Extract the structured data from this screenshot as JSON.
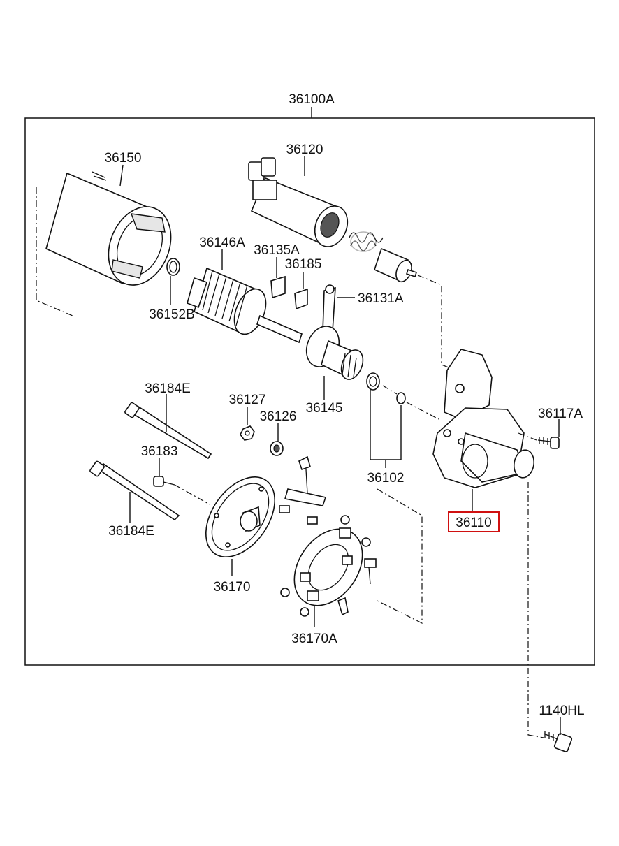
{
  "title": "36100A",
  "labels": {
    "l36150": "36150",
    "l36120": "36120",
    "l36146A": "36146A",
    "l36135A": "36135A",
    "l36185": "36185",
    "l36131A": "36131A",
    "l36152B": "36152B",
    "l36145": "36145",
    "l36184E_top": "36184E",
    "l36127": "36127",
    "l36126": "36126",
    "l36117A": "36117A",
    "l36183": "36183",
    "l36102": "36102",
    "l36110": "36110",
    "l36184E_bottom": "36184E",
    "l36170": "36170",
    "l36170A": "36170A",
    "l1140HL": "1140HL"
  },
  "highlight": {
    "part": "36110",
    "color": "#d01010"
  }
}
